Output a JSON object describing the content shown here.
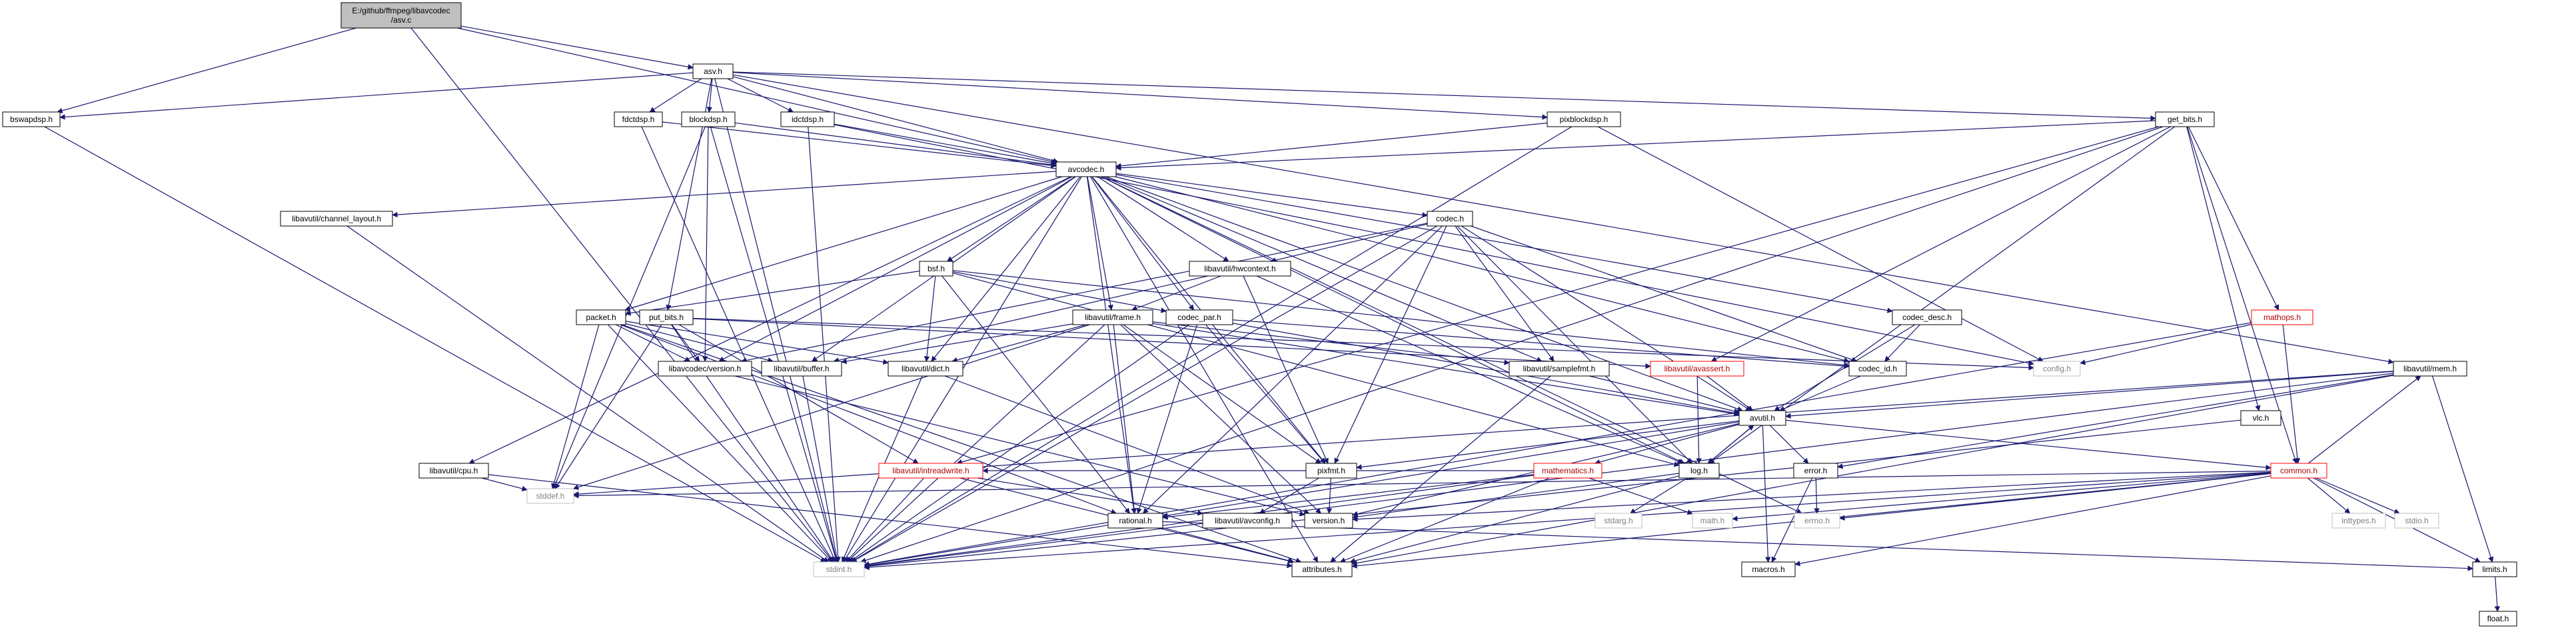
{
  "diagram": {
    "nodes": [
      {
        "id": "root",
        "label": "E:/github/ffmpeg/libavcodec\n/asv.c",
        "style": "root"
      },
      {
        "id": "asv_h",
        "label": "asv.h",
        "style": "normal"
      },
      {
        "id": "bswapdsp_h",
        "label": "bswapdsp.h",
        "style": "normal"
      },
      {
        "id": "fdctdsp_h",
        "label": "fdctdsp.h",
        "style": "normal"
      },
      {
        "id": "blockdsp_h",
        "label": "blockdsp.h",
        "style": "normal"
      },
      {
        "id": "idctdsp_h",
        "label": "idctdsp.h",
        "style": "normal"
      },
      {
        "id": "pixblockdsp_h",
        "label": "pixblockdsp.h",
        "style": "normal"
      },
      {
        "id": "get_bits_h",
        "label": "get_bits.h",
        "style": "normal"
      },
      {
        "id": "avcodec_h",
        "label": "avcodec.h",
        "style": "normal"
      },
      {
        "id": "channel_layout_h",
        "label": "libavutil/channel_layout.h",
        "style": "normal"
      },
      {
        "id": "codec_h",
        "label": "codec.h",
        "style": "normal"
      },
      {
        "id": "hwcontext_h",
        "label": "libavutil/hwcontext.h",
        "style": "normal"
      },
      {
        "id": "bsf_h",
        "label": "bsf.h",
        "style": "normal"
      },
      {
        "id": "frame_h",
        "label": "libavutil/frame.h",
        "style": "normal"
      },
      {
        "id": "codec_par_h",
        "label": "codec_par.h",
        "style": "normal"
      },
      {
        "id": "codec_desc_h",
        "label": "codec_desc.h",
        "style": "normal"
      },
      {
        "id": "mathops_h",
        "label": "mathops.h",
        "style": "red"
      },
      {
        "id": "packet_h",
        "label": "packet.h",
        "style": "normal"
      },
      {
        "id": "put_bits_h",
        "label": "put_bits.h",
        "style": "normal"
      },
      {
        "id": "version_lc_h",
        "label": "libavcodec/version.h",
        "style": "normal"
      },
      {
        "id": "buffer_h",
        "label": "libavutil/buffer.h",
        "style": "normal"
      },
      {
        "id": "dict_h",
        "label": "libavutil/dict.h",
        "style": "normal"
      },
      {
        "id": "samplefmt_h",
        "label": "libavutil/samplefmt.h",
        "style": "normal"
      },
      {
        "id": "avassert_h",
        "label": "libavutil/avassert.h",
        "style": "red"
      },
      {
        "id": "codec_id_h",
        "label": "codec_id.h",
        "style": "normal"
      },
      {
        "id": "config_h",
        "label": "config.h",
        "style": "gray"
      },
      {
        "id": "mem_h",
        "label": "libavutil/mem.h",
        "style": "normal"
      },
      {
        "id": "vlc_h",
        "label": "vlc.h",
        "style": "normal"
      },
      {
        "id": "avutil_h",
        "label": "avutil.h",
        "style": "normal"
      },
      {
        "id": "cpu_h",
        "label": "libavutil/cpu.h",
        "style": "normal"
      },
      {
        "id": "intreadwrite_h",
        "label": "libavutil/intreadwrite.h",
        "style": "red"
      },
      {
        "id": "pixfmt_h",
        "label": "pixfmt.h",
        "style": "normal"
      },
      {
        "id": "mathematics_h",
        "label": "mathematics.h",
        "style": "red"
      },
      {
        "id": "log_h",
        "label": "log.h",
        "style": "normal"
      },
      {
        "id": "error_h",
        "label": "error.h",
        "style": "normal"
      },
      {
        "id": "common_h",
        "label": "common.h",
        "style": "red"
      },
      {
        "id": "stddef_h",
        "label": "stddef.h",
        "style": "gray"
      },
      {
        "id": "rational_h",
        "label": "rational.h",
        "style": "normal"
      },
      {
        "id": "avconfig_h",
        "label": "libavutil/avconfig.h",
        "style": "normal"
      },
      {
        "id": "version_h",
        "label": "version.h",
        "style": "normal"
      },
      {
        "id": "stdarg_h",
        "label": "stdarg.h",
        "style": "gray"
      },
      {
        "id": "math_h",
        "label": "math.h",
        "style": "gray"
      },
      {
        "id": "errno_h",
        "label": "errno.h",
        "style": "gray"
      },
      {
        "id": "inttypes_h",
        "label": "inttypes.h",
        "style": "gray"
      },
      {
        "id": "stdio_h",
        "label": "stdio.h",
        "style": "gray"
      },
      {
        "id": "stdint_h",
        "label": "stdint.h",
        "style": "gray"
      },
      {
        "id": "attributes_h",
        "label": "attributes.h",
        "style": "normal"
      },
      {
        "id": "macros_h",
        "label": "macros.h",
        "style": "normal"
      },
      {
        "id": "limits_h",
        "label": "limits.h",
        "style": "normal"
      },
      {
        "id": "float_h",
        "label": "float.h",
        "style": "normal"
      }
    ],
    "edges": [
      [
        "root",
        "asv_h"
      ],
      [
        "root",
        "bswapdsp_h"
      ],
      [
        "root",
        "avcodec_h"
      ],
      [
        "root",
        "stdint_h"
      ],
      [
        "asv_h",
        "bswapdsp_h"
      ],
      [
        "asv_h",
        "fdctdsp_h"
      ],
      [
        "asv_h",
        "blockdsp_h"
      ],
      [
        "asv_h",
        "idctdsp_h"
      ],
      [
        "asv_h",
        "pixblockdsp_h"
      ],
      [
        "asv_h",
        "get_bits_h"
      ],
      [
        "asv_h",
        "avcodec_h"
      ],
      [
        "asv_h",
        "put_bits_h"
      ],
      [
        "asv_h",
        "mem_h"
      ],
      [
        "asv_h",
        "stdint_h"
      ],
      [
        "bswapdsp_h",
        "stdint_h"
      ],
      [
        "fdctdsp_h",
        "avcodec_h"
      ],
      [
        "fdctdsp_h",
        "stdint_h"
      ],
      [
        "blockdsp_h",
        "avcodec_h"
      ],
      [
        "blockdsp_h",
        "version_lc_h"
      ],
      [
        "blockdsp_h",
        "stddef_h"
      ],
      [
        "blockdsp_h",
        "stdint_h"
      ],
      [
        "idctdsp_h",
        "config_h"
      ],
      [
        "idctdsp_h",
        "avcodec_h"
      ],
      [
        "idctdsp_h",
        "stdint_h"
      ],
      [
        "pixblockdsp_h",
        "avcodec_h"
      ],
      [
        "pixblockdsp_h",
        "config_h"
      ],
      [
        "pixblockdsp_h",
        "stdint_h"
      ],
      [
        "get_bits_h",
        "avcodec_h"
      ],
      [
        "get_bits_h",
        "avassert_h"
      ],
      [
        "get_bits_h",
        "mathops_h"
      ],
      [
        "get_bits_h",
        "vlc_h"
      ],
      [
        "get_bits_h",
        "common_h"
      ],
      [
        "get_bits_h",
        "intreadwrite_h"
      ],
      [
        "get_bits_h",
        "log_h"
      ],
      [
        "get_bits_h",
        "stdint_h"
      ],
      [
        "avcodec_h",
        "channel_layout_h"
      ],
      [
        "avcodec_h",
        "codec_h"
      ],
      [
        "avcodec_h",
        "hwcontext_h"
      ],
      [
        "avcodec_h",
        "bsf_h"
      ],
      [
        "avcodec_h",
        "frame_h"
      ],
      [
        "avcodec_h",
        "codec_par_h"
      ],
      [
        "avcodec_h",
        "codec_desc_h"
      ],
      [
        "avcodec_h",
        "packet_h"
      ],
      [
        "avcodec_h",
        "version_lc_h"
      ],
      [
        "avcodec_h",
        "buffer_h"
      ],
      [
        "avcodec_h",
        "dict_h"
      ],
      [
        "avcodec_h",
        "samplefmt_h"
      ],
      [
        "avcodec_h",
        "codec_id_h"
      ],
      [
        "avcodec_h",
        "avutil_h"
      ],
      [
        "avcodec_h",
        "cpu_h"
      ],
      [
        "avcodec_h",
        "pixfmt_h"
      ],
      [
        "avcodec_h",
        "log_h"
      ],
      [
        "avcodec_h",
        "rational_h"
      ],
      [
        "avcodec_h",
        "attributes_h"
      ],
      [
        "avcodec_h",
        "stdint_h"
      ],
      [
        "avcodec_h",
        "errno_h"
      ],
      [
        "channel_layout_h",
        "stdint_h"
      ],
      [
        "codec_h",
        "hwcontext_h"
      ],
      [
        "codec_h",
        "samplefmt_h"
      ],
      [
        "codec_h",
        "codec_id_h"
      ],
      [
        "codec_h",
        "avutil_h"
      ],
      [
        "codec_h",
        "pixfmt_h"
      ],
      [
        "codec_h",
        "rational_h"
      ],
      [
        "codec_h",
        "log_h"
      ],
      [
        "codec_h",
        "version_lc_h"
      ],
      [
        "codec_h",
        "stdint_h"
      ],
      [
        "hwcontext_h",
        "buffer_h"
      ],
      [
        "hwcontext_h",
        "frame_h"
      ],
      [
        "hwcontext_h",
        "log_h"
      ],
      [
        "hwcontext_h",
        "pixfmt_h"
      ],
      [
        "bsf_h",
        "codec_id_h"
      ],
      [
        "bsf_h",
        "codec_par_h"
      ],
      [
        "bsf_h",
        "dict_h"
      ],
      [
        "bsf_h",
        "packet_h"
      ],
      [
        "bsf_h",
        "log_h"
      ],
      [
        "bsf_h",
        "rational_h"
      ],
      [
        "frame_h",
        "avutil_h"
      ],
      [
        "frame_h",
        "buffer_h"
      ],
      [
        "frame_h",
        "dict_h"
      ],
      [
        "frame_h",
        "rational_h"
      ],
      [
        "frame_h",
        "samplefmt_h"
      ],
      [
        "frame_h",
        "pixfmt_h"
      ],
      [
        "frame_h",
        "version_h"
      ],
      [
        "frame_h",
        "stddef_h"
      ],
      [
        "frame_h",
        "stdint_h"
      ],
      [
        "codec_par_h",
        "avutil_h"
      ],
      [
        "codec_par_h",
        "codec_id_h"
      ],
      [
        "codec_par_h",
        "pixfmt_h"
      ],
      [
        "codec_par_h",
        "rational_h"
      ],
      [
        "codec_par_h",
        "stdint_h"
      ],
      [
        "codec_desc_h",
        "codec_id_h"
      ],
      [
        "codec_desc_h",
        "avutil_h"
      ],
      [
        "mathops_h",
        "config_h"
      ],
      [
        "mathops_h",
        "common_h"
      ],
      [
        "mathops_h",
        "stdint_h"
      ],
      [
        "packet_h",
        "attributes_h"
      ],
      [
        "packet_h",
        "buffer_h"
      ],
      [
        "packet_h",
        "dict_h"
      ],
      [
        "packet_h",
        "rational_h"
      ],
      [
        "packet_h",
        "version_lc_h"
      ],
      [
        "packet_h",
        "stddef_h"
      ],
      [
        "packet_h",
        "stdint_h"
      ],
      [
        "put_bits_h",
        "config_h"
      ],
      [
        "put_bits_h",
        "intreadwrite_h"
      ],
      [
        "put_bits_h",
        "avassert_h"
      ],
      [
        "put_bits_h",
        "stddef_h"
      ],
      [
        "put_bits_h",
        "stdint_h"
      ],
      [
        "put_bits_h",
        "version_lc_h"
      ],
      [
        "version_lc_h",
        "version_h"
      ],
      [
        "buffer_h",
        "stdint_h"
      ],
      [
        "dict_h",
        "stdint_h"
      ],
      [
        "dict_h",
        "version_h"
      ],
      [
        "samplefmt_h",
        "avutil_h"
      ],
      [
        "samplefmt_h",
        "attributes_h"
      ],
      [
        "avassert_h",
        "log_h"
      ],
      [
        "avassert_h",
        "avutil_h"
      ],
      [
        "codec_id_h",
        "avutil_h"
      ],
      [
        "mem_h",
        "attributes_h"
      ],
      [
        "mem_h",
        "avutil_h"
      ],
      [
        "mem_h",
        "error_h"
      ],
      [
        "mem_h",
        "limits_h"
      ],
      [
        "mem_h",
        "stddef_h"
      ],
      [
        "mem_h",
        "stdint_h"
      ],
      [
        "vlc_h",
        "stdint_h"
      ],
      [
        "avutil_h",
        "common_h"
      ],
      [
        "avutil_h",
        "rational_h"
      ],
      [
        "avutil_h",
        "version_h"
      ],
      [
        "avutil_h",
        "macros_h"
      ],
      [
        "avutil_h",
        "mathematics_h"
      ],
      [
        "avutil_h",
        "log_h"
      ],
      [
        "avutil_h",
        "pixfmt_h"
      ],
      [
        "avutil_h",
        "error_h"
      ],
      [
        "cpu_h",
        "attributes_h"
      ],
      [
        "cpu_h",
        "stddef_h"
      ],
      [
        "intreadwrite_h",
        "avconfig_h"
      ],
      [
        "intreadwrite_h",
        "attributes_h"
      ],
      [
        "intreadwrite_h",
        "stdint_h"
      ],
      [
        "pixfmt_h",
        "avconfig_h"
      ],
      [
        "pixfmt_h",
        "version_h"
      ],
      [
        "mathematics_h",
        "attributes_h"
      ],
      [
        "mathematics_h",
        "rational_h"
      ],
      [
        "mathematics_h",
        "math_h"
      ],
      [
        "mathematics_h",
        "stdint_h"
      ],
      [
        "mathematics_h",
        "intreadwrite_h"
      ],
      [
        "log_h",
        "stdarg_h"
      ],
      [
        "log_h",
        "avutil_h"
      ],
      [
        "log_h",
        "attributes_h"
      ],
      [
        "log_h",
        "version_h"
      ],
      [
        "error_h",
        "errno_h"
      ],
      [
        "error_h",
        "macros_h"
      ],
      [
        "common_h",
        "errno_h"
      ],
      [
        "common_h",
        "inttypes_h"
      ],
      [
        "common_h",
        "limits_h"
      ],
      [
        "common_h",
        "math_h"
      ],
      [
        "common_h",
        "stdint_h"
      ],
      [
        "common_h",
        "stdio_h"
      ],
      [
        "common_h",
        "attributes_h"
      ],
      [
        "common_h",
        "macros_h"
      ],
      [
        "common_h",
        "version_h"
      ],
      [
        "common_h",
        "mem_h"
      ],
      [
        "common_h",
        "stddef_h"
      ],
      [
        "rational_h",
        "stdint_h"
      ],
      [
        "rational_h",
        "limits_h"
      ],
      [
        "rational_h",
        "attributes_h"
      ],
      [
        "limits_h",
        "float_h"
      ]
    ]
  }
}
